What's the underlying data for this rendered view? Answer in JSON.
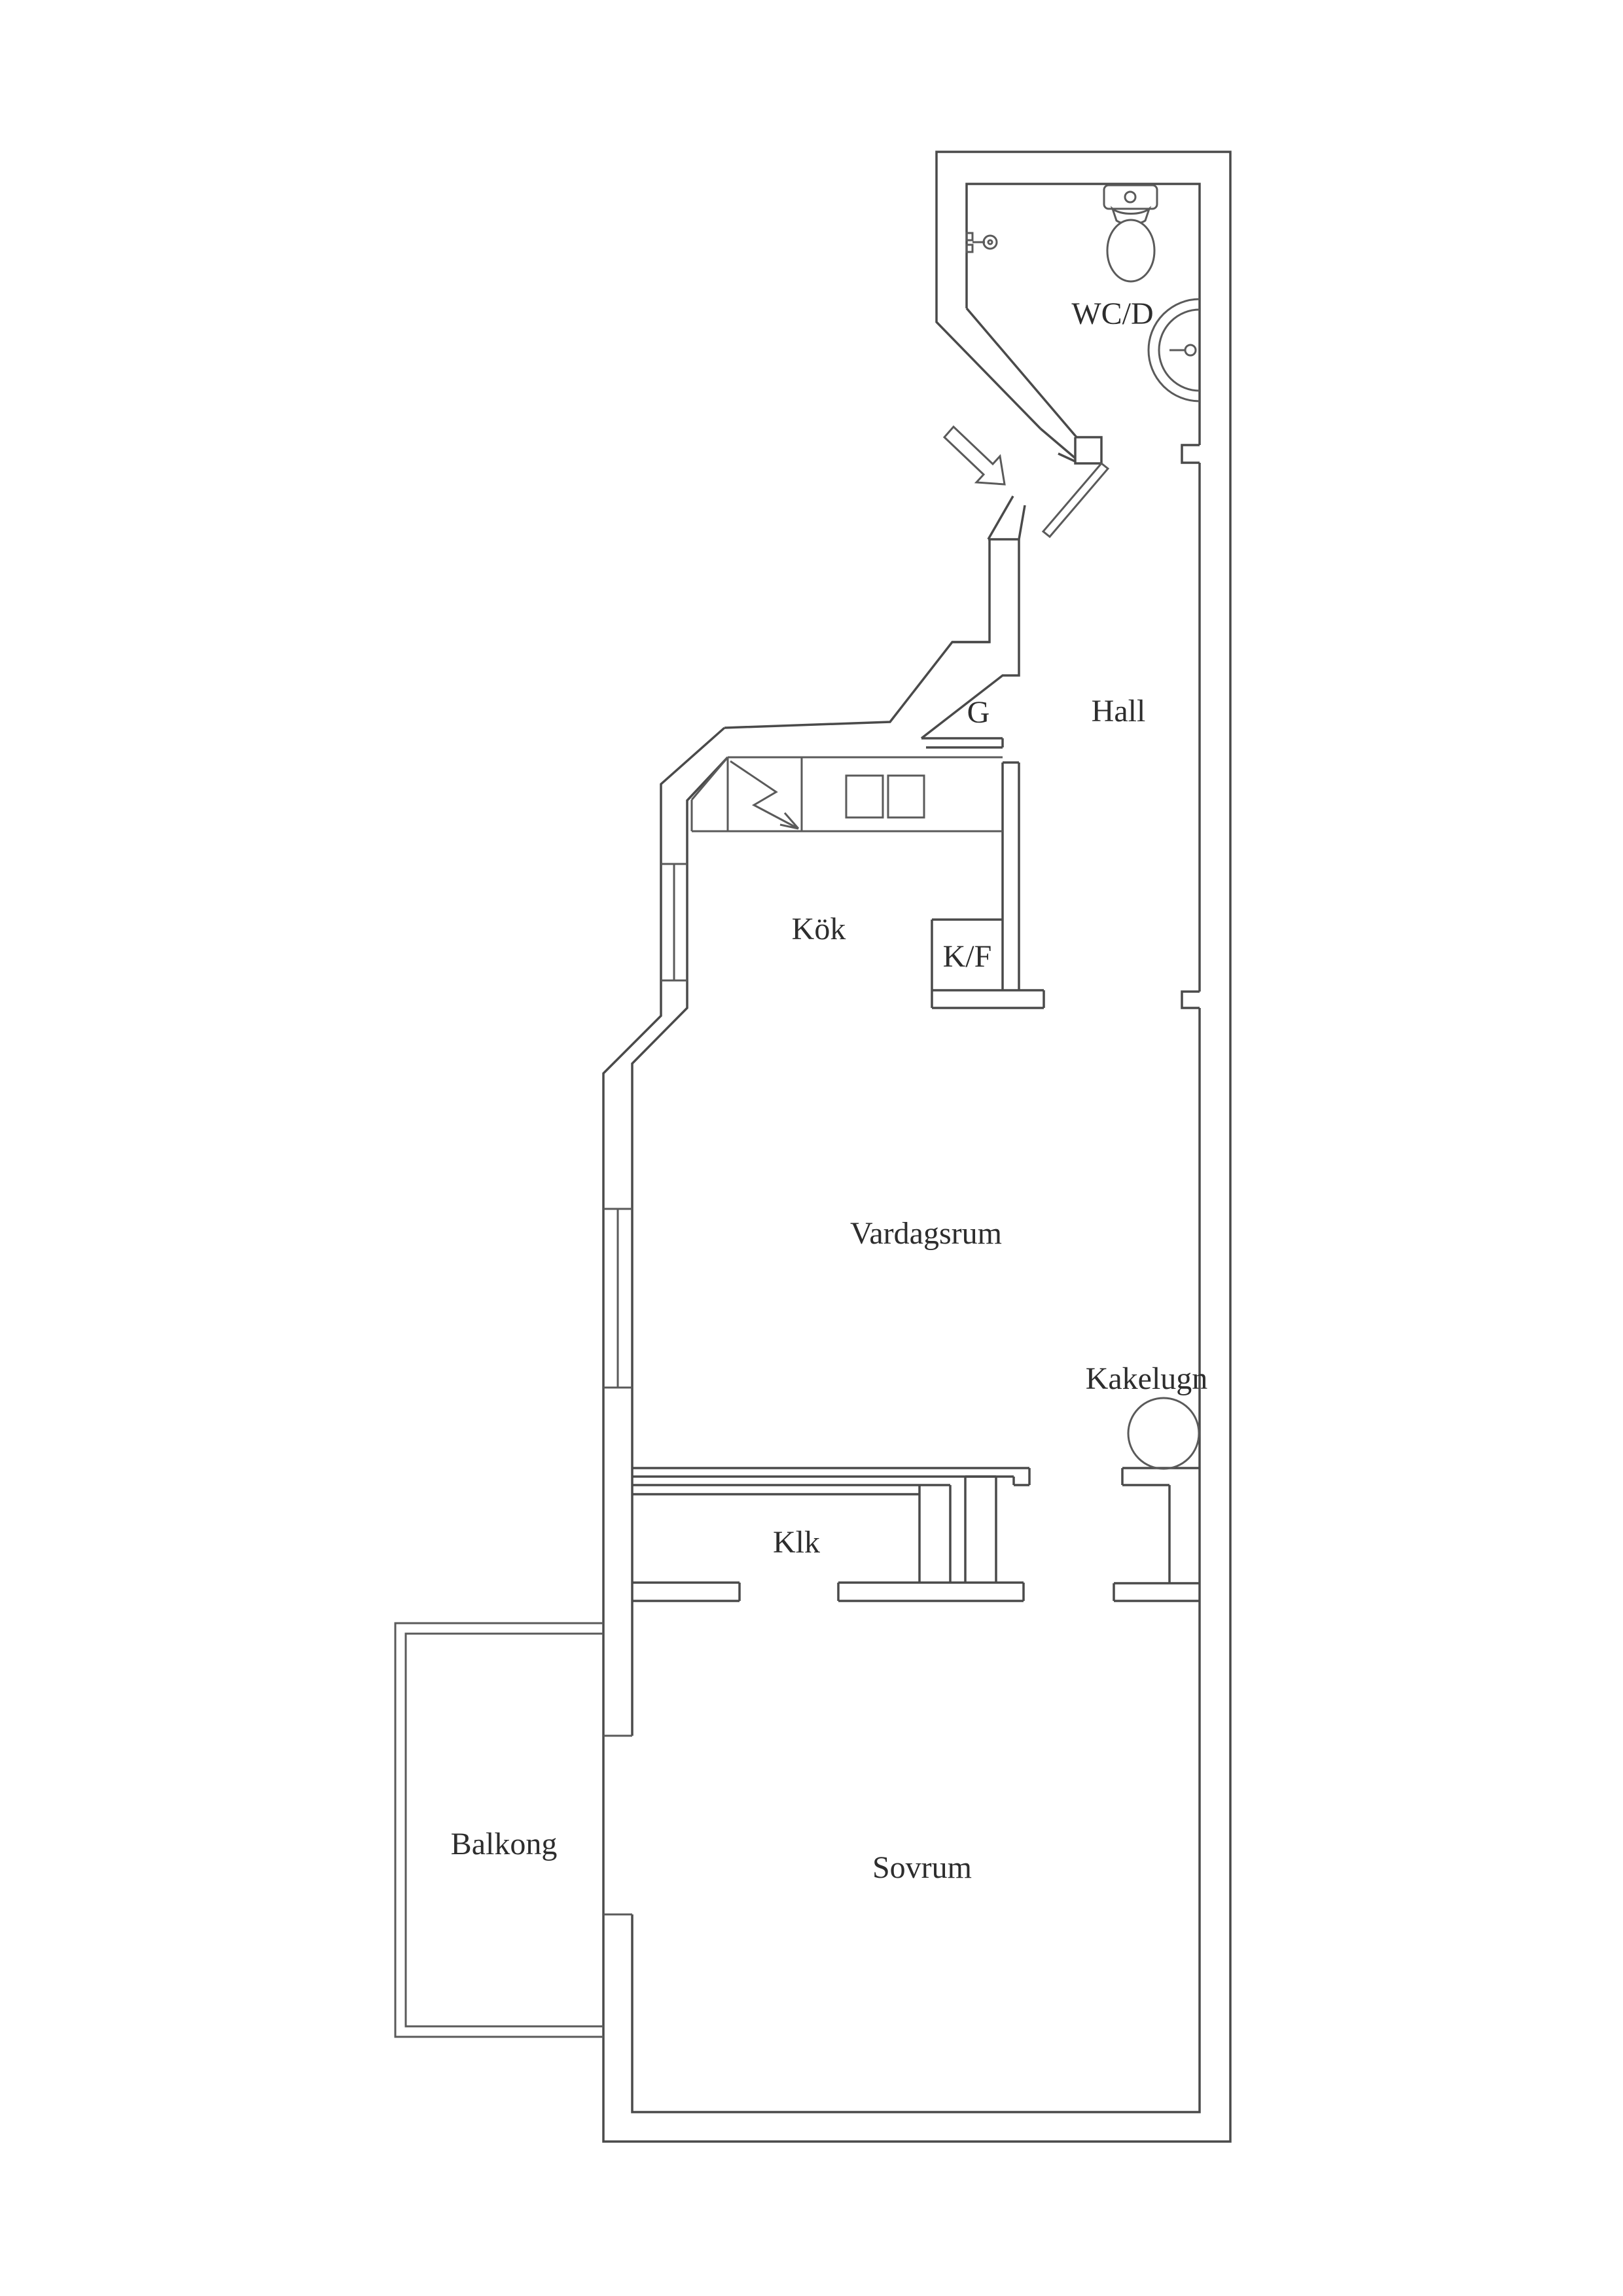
{
  "title": "Apartment floor plan",
  "colors": {
    "background": "#ffffff",
    "wall_line": "#4a4a4a",
    "fixture_line": "#5a5a5a",
    "text": "#2d2d2d"
  },
  "rooms": [
    {
      "id": "wcd",
      "label": "WC/D"
    },
    {
      "id": "hall",
      "label": "Hall"
    },
    {
      "id": "wardrobe",
      "label": "G"
    },
    {
      "id": "kitchen",
      "label": "Kök"
    },
    {
      "id": "fridge_freezer",
      "label": "K/F"
    },
    {
      "id": "living_room",
      "label": "Vardagsrum"
    },
    {
      "id": "tiled_stove",
      "label": "Kakelugn"
    },
    {
      "id": "walk_in_closet",
      "label": "Klk"
    },
    {
      "id": "balcony",
      "label": "Balkong"
    },
    {
      "id": "bedroom",
      "label": "Sovrum"
    }
  ],
  "fixtures": [
    {
      "id": "toilet",
      "name": "toilet"
    },
    {
      "id": "washbasin",
      "name": "washbasin"
    },
    {
      "id": "shower",
      "name": "hand shower"
    },
    {
      "id": "stove",
      "name": "stove (lightning symbol)"
    },
    {
      "id": "kitchen_sink",
      "name": "double kitchen sink"
    },
    {
      "id": "kakelugn",
      "name": "tiled stove"
    },
    {
      "id": "entry_arrow",
      "name": "entrance arrow"
    }
  ]
}
